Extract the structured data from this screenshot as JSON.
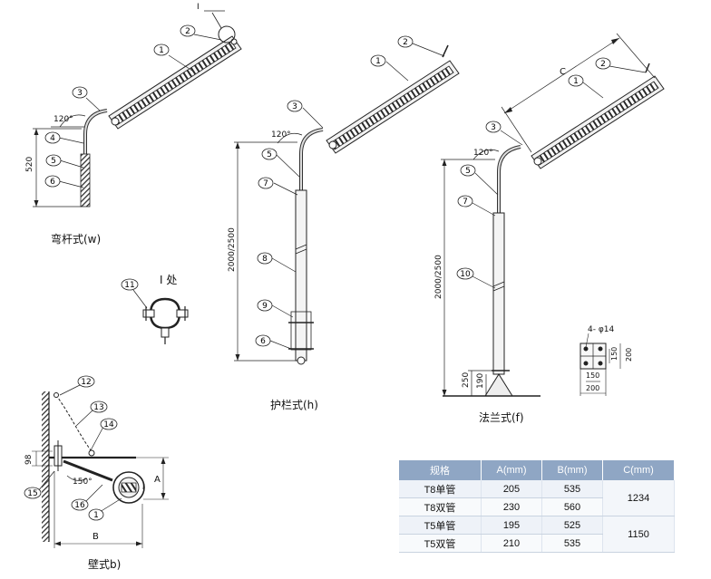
{
  "captions": {
    "bend": "弯杆式(w)",
    "detail": "I 处",
    "rail": "护栏式(h)",
    "flange": "法兰式(f)",
    "wall": "壁式b)"
  },
  "callouts": {
    "n1": "1",
    "n2": "2",
    "n3": "3",
    "n4": "4",
    "n5": "5",
    "n6": "6",
    "n7": "7",
    "n8": "8",
    "n9": "9",
    "n10": "10",
    "n11": "11",
    "n12": "12",
    "n13": "13",
    "n14": "14",
    "n15": "15",
    "n16": "16"
  },
  "dimensions": {
    "detail_mark": "I",
    "angle_120": "120°",
    "angle_150": "150°",
    "d520": "520",
    "d2000_2500": "2000/2500",
    "d250": "250",
    "d190": "190",
    "d98": "98",
    "dA": "A",
    "dB": "B",
    "dC": "C",
    "holes": "4- φ14",
    "d150": "150",
    "d200": "200"
  },
  "spec_table": {
    "headers": [
      "规格",
      "A(mm)",
      "B(mm)",
      "C(mm)"
    ],
    "rows": [
      {
        "model": "T8单管",
        "a": "205",
        "b": "535"
      },
      {
        "model": "T8双管",
        "a": "230",
        "b": "560"
      },
      {
        "model": "T5单管",
        "a": "195",
        "b": "525"
      },
      {
        "model": "T5双管",
        "a": "210",
        "b": "535"
      }
    ],
    "c_values": [
      "1234",
      "1150"
    ]
  }
}
